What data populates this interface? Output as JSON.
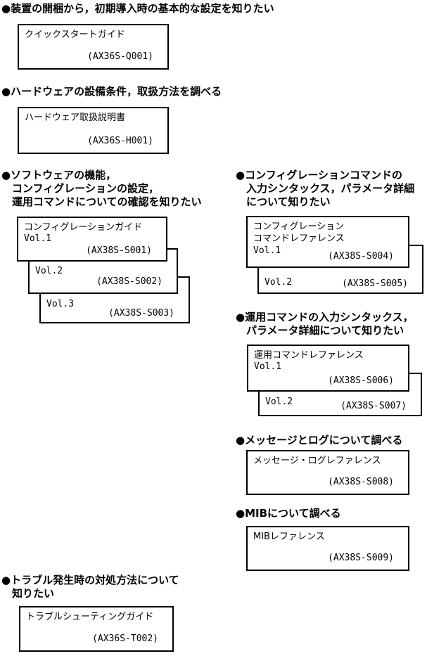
{
  "colors": {
    "background": "#ffffff",
    "ink": "#000000"
  },
  "sections": [
    {
      "id": "unpack-setup",
      "heading": [
        "●装置の開梱から，初期導入時の基本的な設定を知りたい"
      ],
      "manuals": [
        {
          "title_lines": [
            "クイックスタートガイド"
          ],
          "code": "(AX36S-Q001)"
        }
      ]
    },
    {
      "id": "hardware",
      "heading": [
        "●ハードウェアの設備条件，取扱方法を調べる"
      ],
      "manuals": [
        {
          "title_lines": [
            "ハードウェア取扱説明書"
          ],
          "code": "(AX36S-H001)"
        }
      ]
    },
    {
      "id": "software-config-guide",
      "heading": [
        "●ソフトウェアの機能，",
        "コンフィグレーションの設定，",
        "運用コマンドについての確認を知りたい"
      ],
      "manuals": [
        {
          "title_lines": [
            "コンフィグレーションガイド"
          ],
          "vol": "Vol.1",
          "code": "(AX38S-S001)"
        },
        {
          "vol": "Vol.2",
          "code": "(AX38S-S002)"
        },
        {
          "vol": "Vol.3",
          "code": "(AX38S-S003)"
        }
      ]
    },
    {
      "id": "config-command-reference",
      "heading": [
        "●コンフィグレーションコマンドの",
        "入力シンタックス，パラメータ詳細",
        "について知りたい"
      ],
      "manuals": [
        {
          "title_lines": [
            "コンフィグレーション",
            "コマンドレファレンス"
          ],
          "vol": "Vol.1",
          "code": "(AX38S-S004)"
        },
        {
          "vol": "Vol.2",
          "code": "(AX38S-S005)"
        }
      ]
    },
    {
      "id": "operation-command-reference",
      "heading": [
        "●運用コマンドの入力シンタックス，",
        "パラメータ詳細について知りたい"
      ],
      "manuals": [
        {
          "title_lines": [
            "運用コマンドレファレンス"
          ],
          "vol": "Vol.1",
          "code": "(AX38S-S006)"
        },
        {
          "vol": "Vol.2",
          "code": "(AX38S-S007)"
        }
      ]
    },
    {
      "id": "message-log",
      "heading": [
        "●メッセージとログについて調べる"
      ],
      "manuals": [
        {
          "title_lines": [
            "メッセージ・ログレファレンス"
          ],
          "code": "(AX38S-S008)"
        }
      ]
    },
    {
      "id": "mib",
      "heading": [
        "●MIBについて調べる"
      ],
      "manuals": [
        {
          "title_lines": [
            "MIBレファレンス"
          ],
          "code": "(AX38S-S009)"
        }
      ]
    },
    {
      "id": "troubleshooting",
      "heading": [
        "●トラブル発生時の対処方法について",
        "知りたい"
      ],
      "manuals": [
        {
          "title_lines": [
            "トラブルシューティングガイド"
          ],
          "code": "(AX36S-T002)"
        }
      ]
    }
  ]
}
